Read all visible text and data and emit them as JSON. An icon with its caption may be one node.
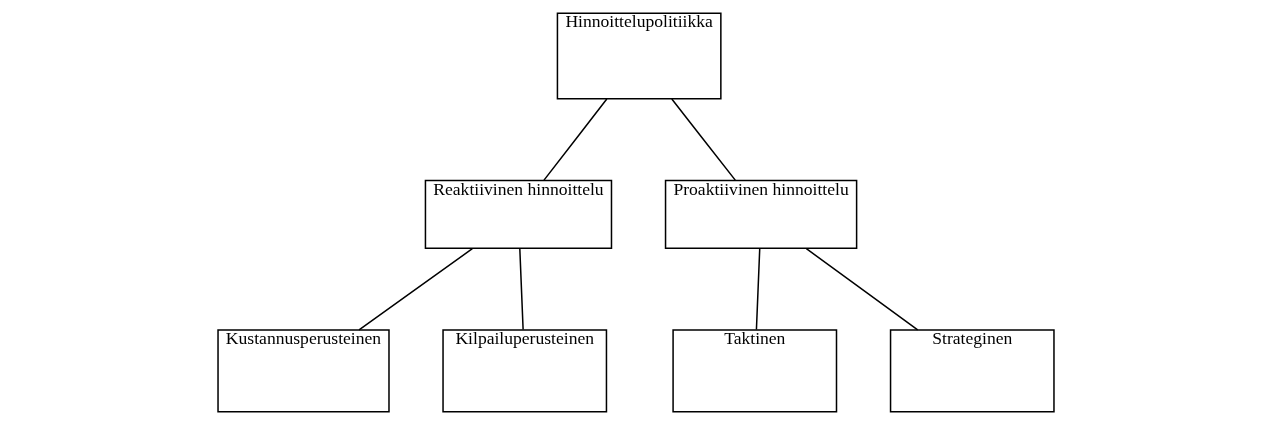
{
  "diagram": {
    "nodes": [
      {
        "text": [
          "Hinnoittelupolitiikka"
        ]
      },
      {
        "text": [
          "Reaktiivinen hinnoittelu"
        ]
      },
      {
        "text": [
          "Proaktiivinen hinnoittelu"
        ]
      },
      {
        "text": [
          "Kustannusperusteinen"
        ]
      },
      {
        "text": [
          "Kilpailuperusteinen"
        ]
      },
      {
        "text": [
          "Taktinen"
        ]
      },
      {
        "text": [
          "Strateginen"
        ]
      }
    ],
    "edges": [
      {
        "from": 0,
        "to": 1,
        "arrow": "none"
      },
      {
        "from": 0,
        "to": 2,
        "arrow": "none"
      },
      {
        "from": 1,
        "to": 3,
        "arrow": "none"
      },
      {
        "from": 1,
        "to": 4,
        "arrow": "none"
      },
      {
        "from": 2,
        "to": 5,
        "arrow": "none"
      },
      {
        "from": 2,
        "to": 6,
        "arrow": "none"
      }
    ]
  }
}
